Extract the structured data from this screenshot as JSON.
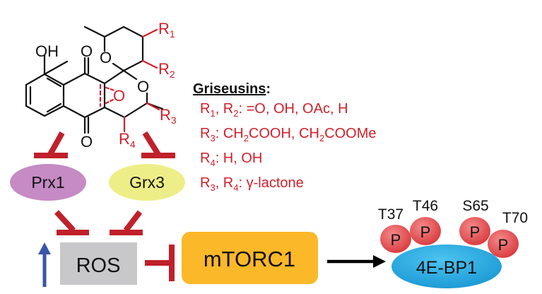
{
  "molecule": {
    "atoms": {
      "OH": "OH",
      "O_ketone_top": "O",
      "O_ketone_bottom": "O",
      "O_ring1": "O",
      "O_ring2": "O",
      "O_epoxide": "O"
    },
    "substituents": [
      {
        "id": "R1",
        "letter": "R",
        "sub": "1"
      },
      {
        "id": "R2",
        "letter": "R",
        "sub": "2"
      },
      {
        "id": "R3",
        "letter": "R",
        "sub": "3"
      },
      {
        "id": "R4",
        "letter": "R",
        "sub": "4"
      }
    ]
  },
  "legend": {
    "title": "Griseusins",
    "title_suffix": ":",
    "rows": [
      {
        "parts": [
          [
            "R",
            "1"
          ],
          [
            ", R",
            "2"
          ],
          [
            ": =O, OH, OAc, H",
            ""
          ]
        ]
      },
      {
        "parts": [
          [
            "R",
            "3"
          ],
          [
            ": CH",
            "2"
          ],
          [
            "COOH, CH",
            "2"
          ],
          [
            "COOMe",
            ""
          ]
        ]
      },
      {
        "parts": [
          [
            "R",
            "4"
          ],
          [
            ": H, OH",
            ""
          ]
        ]
      },
      {
        "parts": [
          [
            "R",
            "3"
          ],
          [
            ", R",
            "4"
          ],
          [
            ": γ-lactone",
            ""
          ]
        ]
      }
    ]
  },
  "nodes": {
    "prx1": {
      "label": "Prx1",
      "color": "#c68ac4"
    },
    "grx3": {
      "label": "Grx3",
      "color": "#eeee88"
    },
    "ros": {
      "label": "ROS",
      "color": "#c8c8ca"
    },
    "mtorc1": {
      "label": "mTORC1",
      "color": "#fbb829"
    },
    "bp1": {
      "label": "4E-BP1",
      "color": "#2aaee4"
    }
  },
  "phosphosites": [
    {
      "site": "T37",
      "mark": "P"
    },
    {
      "site": "T46",
      "mark": "P"
    },
    {
      "site": "S65",
      "mark": "P"
    },
    {
      "site": "T70",
      "mark": "P"
    }
  ],
  "colors": {
    "inhibition": "#c0202a",
    "increase_arrow": "#3b55a8",
    "activation_arrow": "#000000",
    "phospho": "#e04545"
  }
}
